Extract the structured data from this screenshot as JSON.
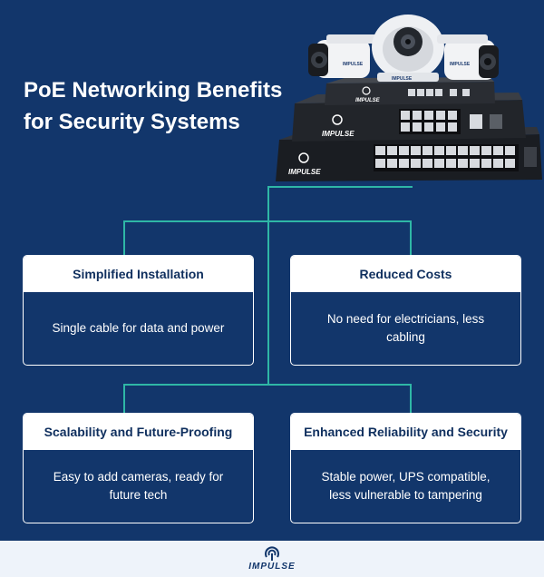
{
  "title": {
    "line1": "PoE Networking Benefits",
    "line2": "for Security Systems"
  },
  "brand": {
    "name": "IMPULSE",
    "logo_icon": "impulse-logo-icon"
  },
  "cards": [
    {
      "title": "Simplified Installation",
      "text": "Single cable for data and power"
    },
    {
      "title": "Reduced Costs",
      "text": "No need for electricians, less cabling"
    },
    {
      "title": "Scalability and Future-Proofing",
      "text": "Easy to add cameras, ready for future tech"
    },
    {
      "title": "Enhanced Reliability and Security",
      "text": "Stable power, UPS compatible, less vulnerable to tampering"
    }
  ],
  "colors": {
    "background": "#12366b",
    "connector": "#2fb7a6",
    "card_header": "#ffffff",
    "footer": "#eef3fa"
  }
}
